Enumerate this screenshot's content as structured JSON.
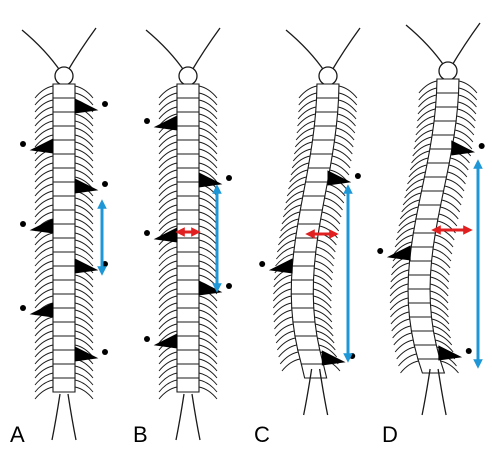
{
  "figure": {
    "panels": [
      {
        "label": "A"
      },
      {
        "label": "B"
      },
      {
        "label": "C"
      },
      {
        "label": "D"
      }
    ],
    "colors": {
      "outline": "#1a1a1a",
      "blue_arrow": "#1f97d6",
      "red_arrow": "#e02020",
      "leg_fill": "#000000",
      "background": "#ffffff"
    }
  }
}
